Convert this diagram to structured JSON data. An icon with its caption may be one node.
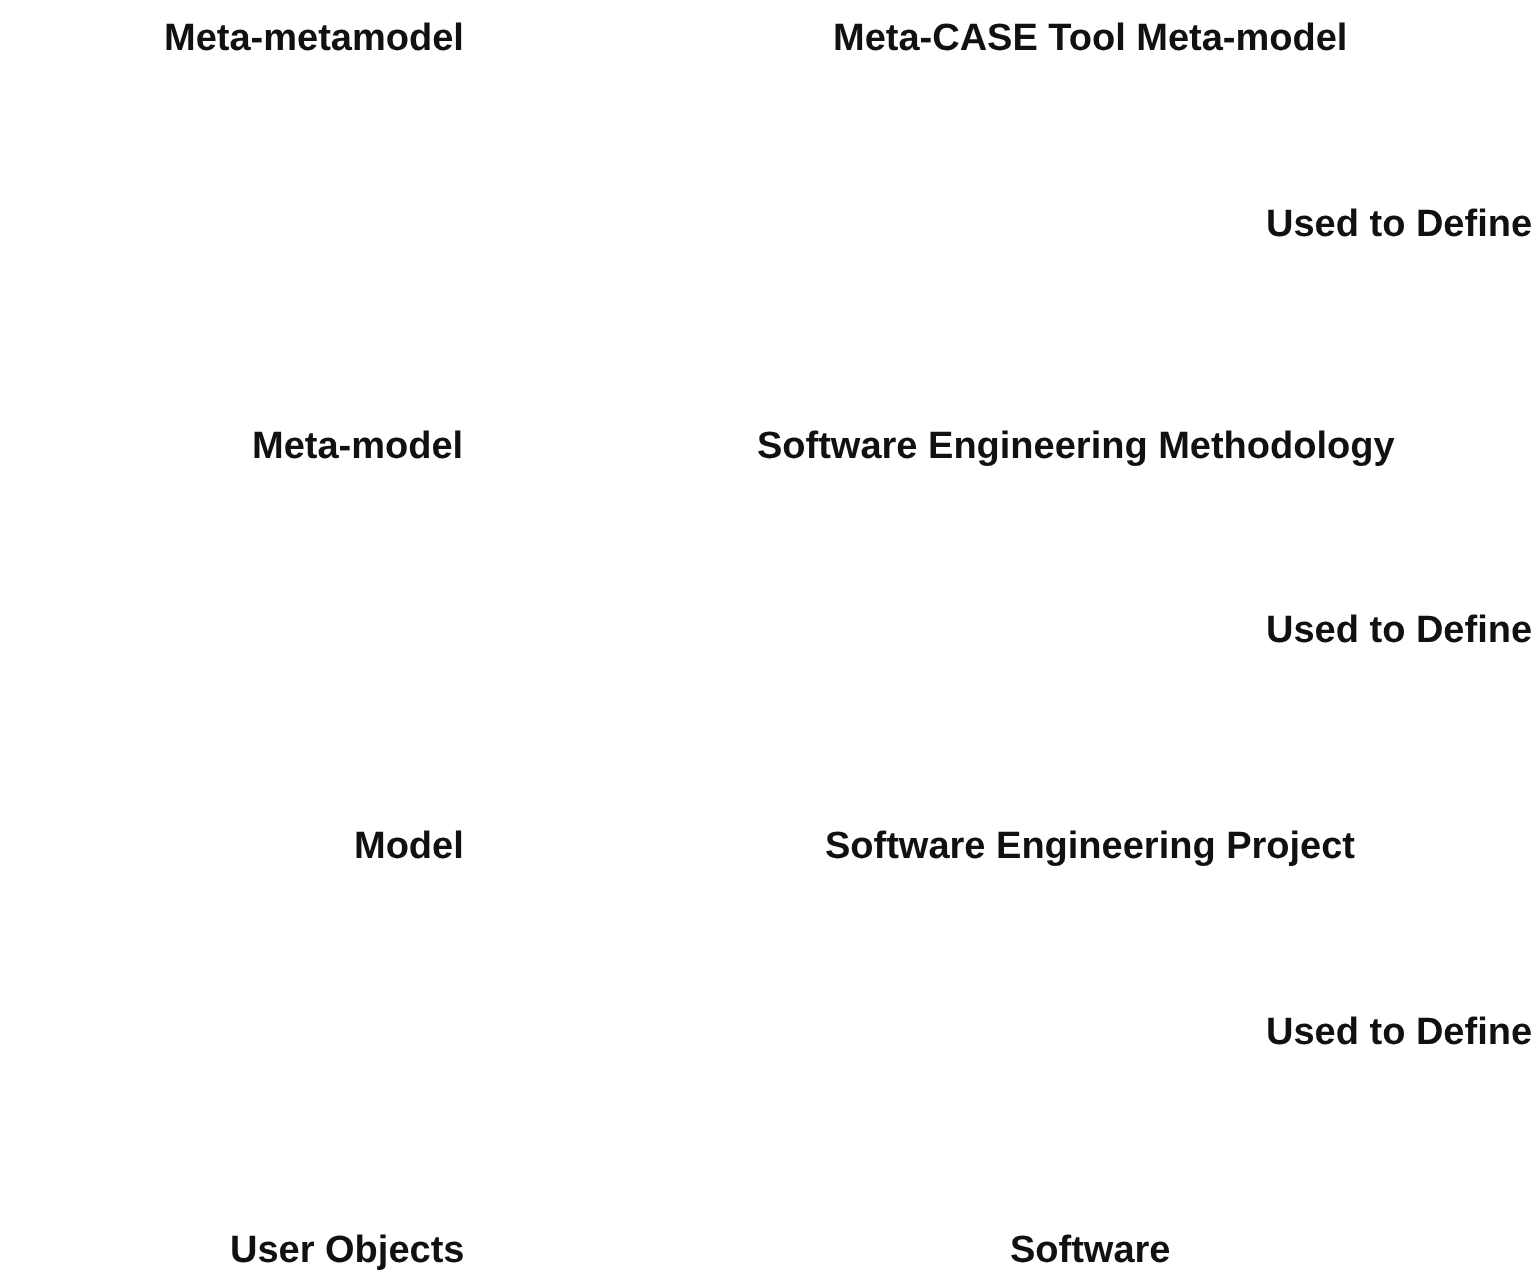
{
  "diagram": {
    "labels": [
      "Meta-metamodel",
      "Meta-CASE Tool Meta-model",
      "Used to Define",
      "Meta-model",
      "Software Engineering Methodology",
      "Used to Define",
      "Model",
      "Software Engineering Project",
      "Used to Define",
      "User Objects",
      "Software"
    ]
  }
}
